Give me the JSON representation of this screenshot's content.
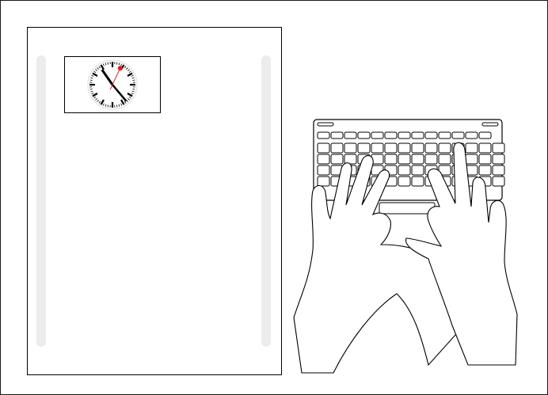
{
  "scene": {
    "description_icon": "hands-typing-on-keyboard-illustration"
  },
  "device_screen": {
    "widget": {
      "icon": "analog-clock-icon",
      "hour_hand_angle_deg": 325,
      "minute_hand_angle_deg": 140,
      "second_hand_angle_deg": 25,
      "second_hand_color": "#e01b24"
    }
  },
  "keyboard": {
    "rows": 5,
    "icon": "keyboard-icon"
  }
}
